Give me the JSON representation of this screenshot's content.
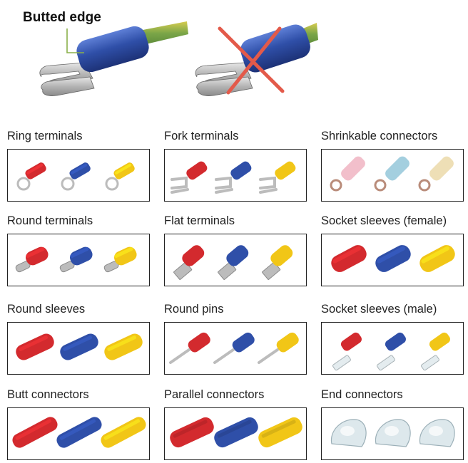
{
  "callout": {
    "label": "Butted edge"
  },
  "colors": {
    "red": "#d32a2e",
    "blue": "#2f4fa8",
    "yellow": "#f1c617",
    "metal": "#bcbcbc",
    "cross": "#e35a4a"
  },
  "grid": [
    {
      "label": "Ring terminals"
    },
    {
      "label": "Fork terminals"
    },
    {
      "label": "Shrinkable connectors"
    },
    {
      "label": "Round terminals"
    },
    {
      "label": "Flat terminals"
    },
    {
      "label": "Socket sleeves (female)"
    },
    {
      "label": "Round sleeves"
    },
    {
      "label": "Round pins"
    },
    {
      "label": "Socket sleeves (male)"
    },
    {
      "label": "Butt connectors"
    },
    {
      "label": "Parallel connectors"
    },
    {
      "label": "End connectors"
    }
  ]
}
